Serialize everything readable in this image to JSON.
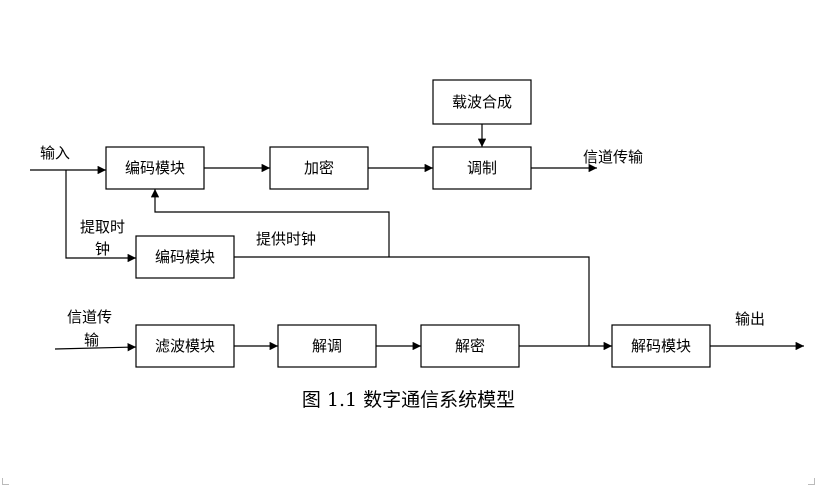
{
  "blocks": {
    "carrier": "载波合成",
    "encoder_top": "编码模块",
    "encrypt": "加密",
    "modulate": "调制",
    "encoder_mid": "编码模块",
    "filter": "滤波模块",
    "demodulate": "解调",
    "decrypt": "解密",
    "decoder": "解码模块"
  },
  "labels": {
    "input": "输入",
    "channel_out": "信道传输",
    "extract_clock_1": "提取时",
    "extract_clock_2": "钟",
    "provide_clock": "提供时钟",
    "channel_in_1": "信道传",
    "channel_in_2": "输",
    "output": "输出"
  },
  "caption": "图 1.1 数字通信系统模型"
}
